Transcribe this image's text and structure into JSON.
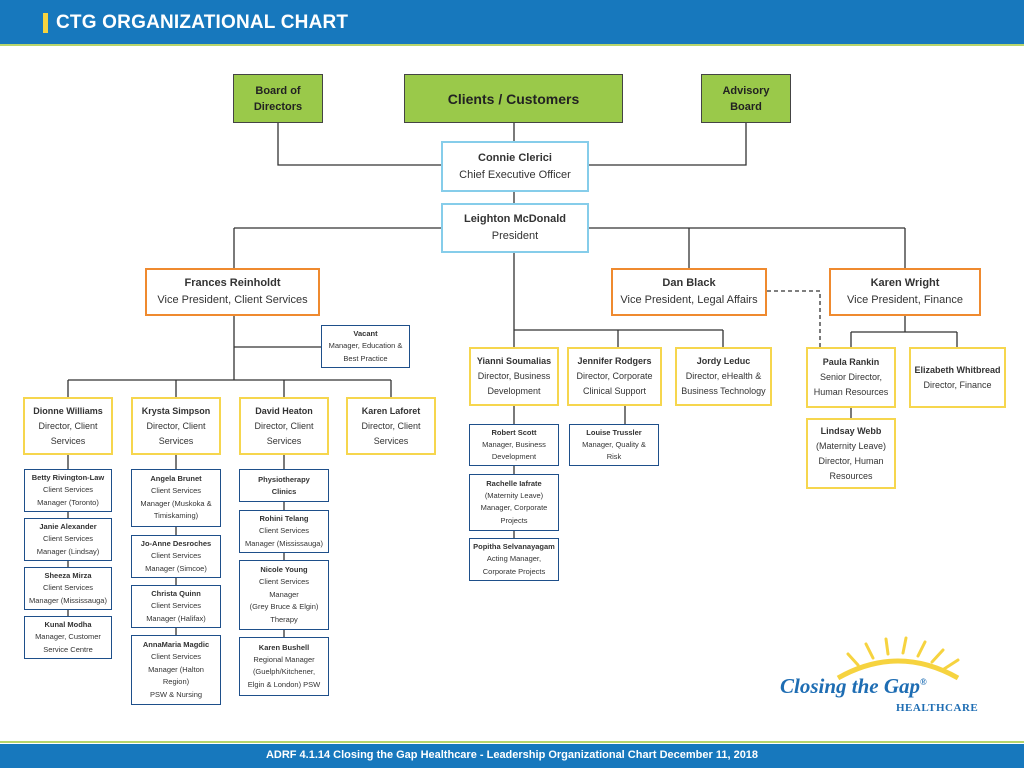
{
  "header": {
    "title": "CTG ORGANIZATIONAL CHART"
  },
  "footer": {
    "text": "ADRF 4.1.14 Closing the Gap Healthcare - Leadership Organizational Chart December 11, 2018"
  },
  "logo": {
    "name": "Closing the Gap",
    "mark": "®",
    "sub": "HEALTHCARE",
    "icon": "sun-rays-icon"
  },
  "colors": {
    "header": "#1778bd",
    "accent_bar": "#f6d33f",
    "rule": "#b8d56c",
    "green_box": "#9ac94a",
    "ceo_border": "#86cdea",
    "vp_border": "#ef8a2f",
    "director_border": "#f6d64e",
    "manager_border": "#1e4f8a"
  },
  "top": {
    "board": {
      "l1": "Board of",
      "l2": "Directors"
    },
    "clients": {
      "label": "Clients / Customers"
    },
    "advisory": {
      "l1": "Advisory",
      "l2": "Board"
    }
  },
  "ceo": {
    "name": "Connie Clerici",
    "title": "Chief Executive Officer"
  },
  "president": {
    "name": "Leighton McDonald",
    "title": "President"
  },
  "vps": {
    "client": {
      "name": "Frances Reinholdt",
      "title": "Vice President, Client Services"
    },
    "legal": {
      "name": "Dan Black",
      "title": "Vice President, Legal Affairs"
    },
    "finance": {
      "name": "Karen Wright",
      "title": "Vice President, Finance"
    }
  },
  "vacant": {
    "name": "Vacant",
    "t1": "Manager, Education &",
    "t2": "Best Practice"
  },
  "directors": {
    "dionne": {
      "name": "Dionne Williams",
      "t1": "Director, Client",
      "t2": "Services"
    },
    "krysta": {
      "name": "Krysta Simpson",
      "t1": "Director, Client",
      "t2": "Services"
    },
    "david": {
      "name": "David Heaton",
      "t1": "Director, Client",
      "t2": "Services"
    },
    "karenl": {
      "name": "Karen Laforet",
      "t1": "Director, Client",
      "t2": "Services"
    },
    "yianni": {
      "name": "Yianni Soumalias",
      "t1": "Director, Business",
      "t2": "Development"
    },
    "jennifer": {
      "name": "Jennifer Rodgers",
      "t1": "Director, Corporate",
      "t2": "Clinical Support"
    },
    "jordy": {
      "name": "Jordy Leduc",
      "t1": "Director, eHealth &",
      "t2": "Business Technology"
    },
    "paula": {
      "name": "Paula Rankin",
      "t1": "Senior Director,",
      "t2": "Human Resources"
    },
    "elizabeth": {
      "name": "Elizabeth Whitbread",
      "t1": "Director, Finance"
    },
    "lindsay": {
      "name": "Lindsay Webb",
      "t1": "(Maternity Leave)",
      "t2": "Director, Human",
      "t3": "Resources"
    }
  },
  "managers": {
    "betty": {
      "name": "Betty Rivington-Law",
      "t1": "Client Services",
      "t2": "Manager (Toronto)"
    },
    "janie": {
      "name": "Janie Alexander",
      "t1": "Client Services",
      "t2": "Manager (Lindsay)"
    },
    "sheeza": {
      "name": "Sheeza Mirza",
      "t1": "Client Services",
      "t2": "Manager (Mississauga)"
    },
    "kunal": {
      "name": "Kunal Modha",
      "t1": "Manager, Customer",
      "t2": "Service Centre"
    },
    "angela": {
      "name": "Angela Brunet",
      "t1": "Client Services",
      "t2": "Manager (Muskoka &",
      "t3": "Timiskaming)"
    },
    "joanne": {
      "name": "Jo-Anne Desroches",
      "t1": "Client Services",
      "t2": "Manager (Simcoe)"
    },
    "christa": {
      "name": "Christa Quinn",
      "t1": "Client Services",
      "t2": "Manager (Halifax)"
    },
    "annamaria": {
      "name": "AnnaMaria Magdic",
      "t1": "Client Services",
      "t2": "Manager (Halton",
      "t3": "Region)",
      "t4": "PSW & Nursing"
    },
    "physio": {
      "name": "Physiotherapy",
      "t1": "Clinics"
    },
    "rohini": {
      "name": "Rohini Telang",
      "t1": "Client Services",
      "t2": "Manager (Mississauga)"
    },
    "nicole": {
      "name": "Nicole Young",
      "t1": "Client Services",
      "t2": "Manager",
      "t3": "(Grey Bruce & Elgin)",
      "t4": "Therapy"
    },
    "karenb": {
      "name": "Karen Bushell",
      "t1": "Regional Manager",
      "t2": "(Guelph/Kitchener,",
      "t3": "Elgin & London) PSW"
    },
    "robert": {
      "name": "Robert Scott",
      "t1": "Manager, Business",
      "t2": "Development"
    },
    "rachelle": {
      "name": "Rachelle Iafrate",
      "t1": "(Maternity Leave)",
      "t2": "Manager, Corporate",
      "t3": "Projects"
    },
    "popitha": {
      "name": "Popitha Selvanayagam",
      "t1": "Acting Manager,",
      "t2": "Corporate Projects"
    },
    "louise": {
      "name": "Louise Trussler",
      "t1": "Manager, Quality &",
      "t2": "Risk"
    }
  }
}
